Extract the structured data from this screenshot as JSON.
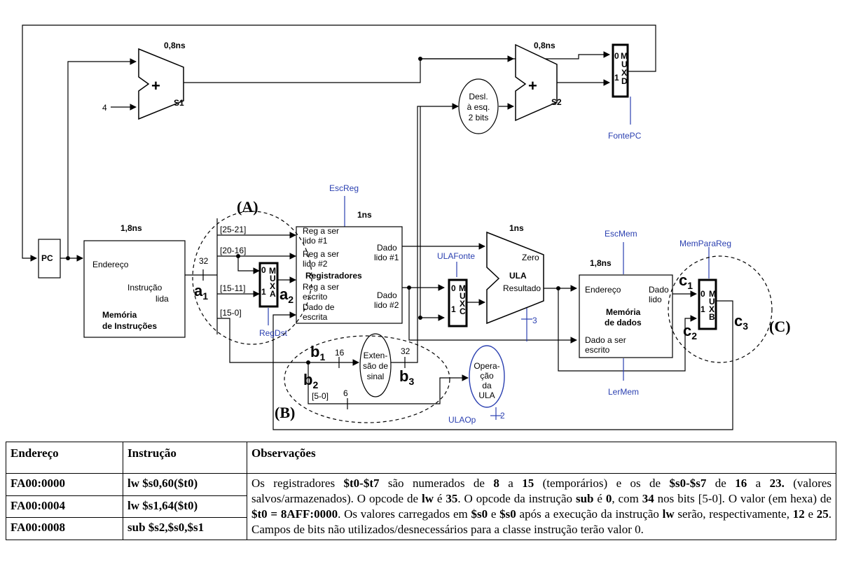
{
  "diagram": {
    "adders": {
      "s1": {
        "delay": "0,8ns",
        "op": "+",
        "name": "S1",
        "const": "4"
      },
      "s2": {
        "delay": "0,8ns",
        "op": "+",
        "name": "S2"
      }
    },
    "pc": "PC",
    "instr_mem": {
      "delay": "1,8ns",
      "addr": "Endereço",
      "out1": "Instrução",
      "out2": "lida",
      "title1": "Memória",
      "title2": "de Instruções"
    },
    "regs": {
      "delay": "1ns",
      "ctrl": "EscReg",
      "r1a": "Reg a ser",
      "r1b": "lido #1",
      "r2a": "Reg a ser",
      "r2b": "lido #2",
      "title": "Registradores",
      "w1": "Reg a ser",
      "w2": "escrito",
      "wd1": "Dado de",
      "wd2": "escrita",
      "d1a": "Dado",
      "d1b": "lido #1",
      "d2a": "Dado",
      "d2b": "lido #2"
    },
    "fields": [
      "[25-21]",
      "[20-16]",
      "[15-11]",
      "[15-0]",
      "[5-0]"
    ],
    "bus_widths": [
      "32",
      "16",
      "32",
      "6",
      "3",
      "2"
    ],
    "muxes": {
      "a": {
        "letters": [
          "M",
          "U",
          "X",
          "A"
        ],
        "ctrl": "RegDst"
      },
      "c": {
        "letters": [
          "M",
          "U",
          "X",
          "C"
        ],
        "ctrl": "ULAFonte"
      },
      "b": {
        "letters": [
          "M",
          "U",
          "X",
          "B"
        ],
        "ctrl": "MemParaReg"
      },
      "d": {
        "letters": [
          "M",
          "U",
          "X",
          "D"
        ],
        "ctrl": "FontePC"
      }
    },
    "mux_inputs": [
      "0",
      "1"
    ],
    "shift": [
      "Desl.",
      "à esq.",
      "2 bits"
    ],
    "sign_ext": [
      "Exten-",
      "são de",
      "sinal"
    ],
    "alu": {
      "delay": "1ns",
      "name": "ULA",
      "zero": "Zero",
      "result": "Resultado"
    },
    "alu_ctrl": {
      "lines": [
        "Opera-",
        "ção",
        "da",
        "ULA"
      ],
      "ctrl": "ULAOp"
    },
    "data_mem": {
      "delay": "1,8ns",
      "ctrl_w": "EscMem",
      "ctrl_r": "LerMem",
      "addr": "Endereço",
      "out1": "Dado",
      "out2": "lido",
      "title1": "Memória",
      "title2": "de dados",
      "in1": "Dado a ser",
      "in2": "escrito"
    },
    "regions": [
      "(A)",
      "(B)",
      "(C)"
    ],
    "points": {
      "a": "a",
      "b": "b",
      "c": "c"
    }
  },
  "table": {
    "headers": [
      "Endereço",
      "Instrução",
      "Observações"
    ],
    "rows": [
      {
        "addr": "FA00:0000",
        "instr": "lw $s0,60($t0)"
      },
      {
        "addr": "FA00:0004",
        "instr": "lw $s1,64($t0)"
      },
      {
        "addr": "FA00:0008",
        "instr": "sub $s2,$s0,$s1"
      }
    ],
    "obs": [
      {
        "t": "Os registradores "
      },
      {
        "t": "$t0-$t7",
        "b": true
      },
      {
        "t": " são numerados de "
      },
      {
        "t": "8",
        "b": true
      },
      {
        "t": " a "
      },
      {
        "t": "15",
        "b": true
      },
      {
        "t": " (temporários) e os de "
      },
      {
        "t": "$s0-$s7",
        "b": true
      },
      {
        "t": " de "
      },
      {
        "t": "16",
        "b": true
      },
      {
        "t": " a "
      },
      {
        "t": "23.",
        "b": true
      },
      {
        "t": " (valores salvos/armazenados). O opcode de "
      },
      {
        "t": "lw",
        "b": true
      },
      {
        "t": " é "
      },
      {
        "t": "35",
        "b": true
      },
      {
        "t": ". O opcode da instrução "
      },
      {
        "t": "sub",
        "b": true
      },
      {
        "t": " é "
      },
      {
        "t": "0",
        "b": true
      },
      {
        "t": ", com "
      },
      {
        "t": "34",
        "b": true
      },
      {
        "t": " nos bits [5-0]. O valor (em hexa) de "
      },
      {
        "t": "$t0 = 8AFF:0000",
        "b": true
      },
      {
        "t": ". Os valores carregados em "
      },
      {
        "t": "$s0",
        "b": true
      },
      {
        "t": " e "
      },
      {
        "t": "$s0",
        "b": true
      },
      {
        "t": " após a execução da instrução "
      },
      {
        "t": "lw",
        "b": true
      },
      {
        "t": " serão, respectivamente, "
      },
      {
        "t": "12",
        "b": true
      },
      {
        "t": " e "
      },
      {
        "t": "25",
        "b": true
      },
      {
        "t": ". Campos de bits não utilizados/desnecessários para a classe instrução terão valor 0."
      }
    ]
  }
}
